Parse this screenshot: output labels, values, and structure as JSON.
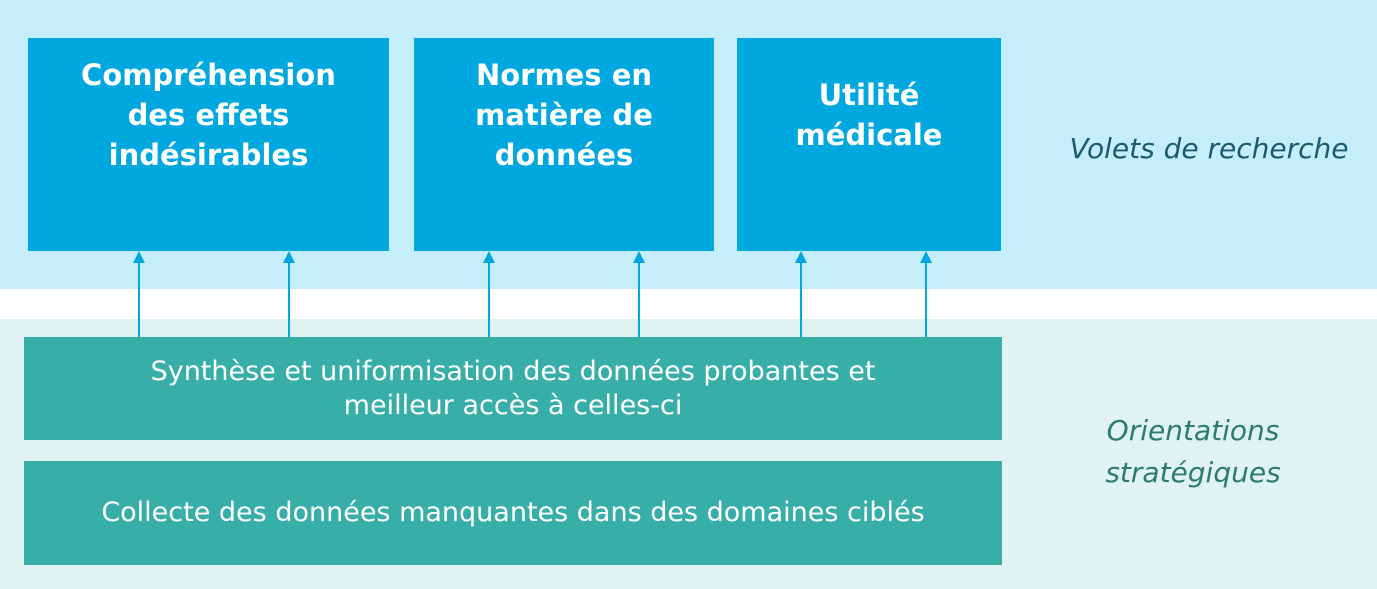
{
  "colors": {
    "top_band": "#c5eefa",
    "bottom_band": "#e0f3f2",
    "research_box": "#00a8df",
    "orientation_box": "#38aea8",
    "arrow": "#00a8df",
    "label_text": "#1b5b72"
  },
  "research_areas": [
    {
      "label": "Compréhension des effets indésirables"
    },
    {
      "label": "Normes en matière de données"
    },
    {
      "label": "Utilité médicale"
    }
  ],
  "orientations": [
    {
      "label": "Synthèse et uniformisation des données probantes et meilleur accès à celles-ci"
    },
    {
      "label": "Collecte des données manquantes dans des domaines ciblés"
    }
  ],
  "side_labels": {
    "research": "Volets de recherche",
    "orientations": "Orientations stratégiques"
  }
}
